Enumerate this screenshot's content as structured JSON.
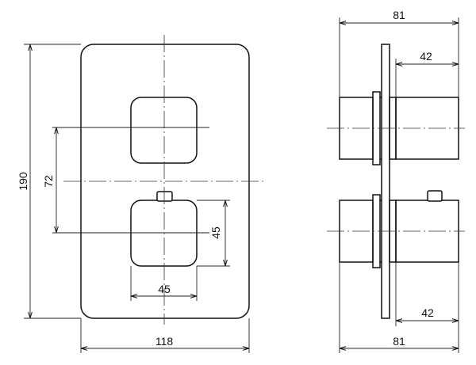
{
  "front_view": {
    "overall_height": "190",
    "overall_width": "118",
    "handle_spacing": "72",
    "handle_height": "45",
    "handle_width": "45"
  },
  "side_view": {
    "total_depth_top": "81",
    "top_handle_depth": "42",
    "total_depth_bottom": "81",
    "bottom_handle_depth": "42"
  }
}
